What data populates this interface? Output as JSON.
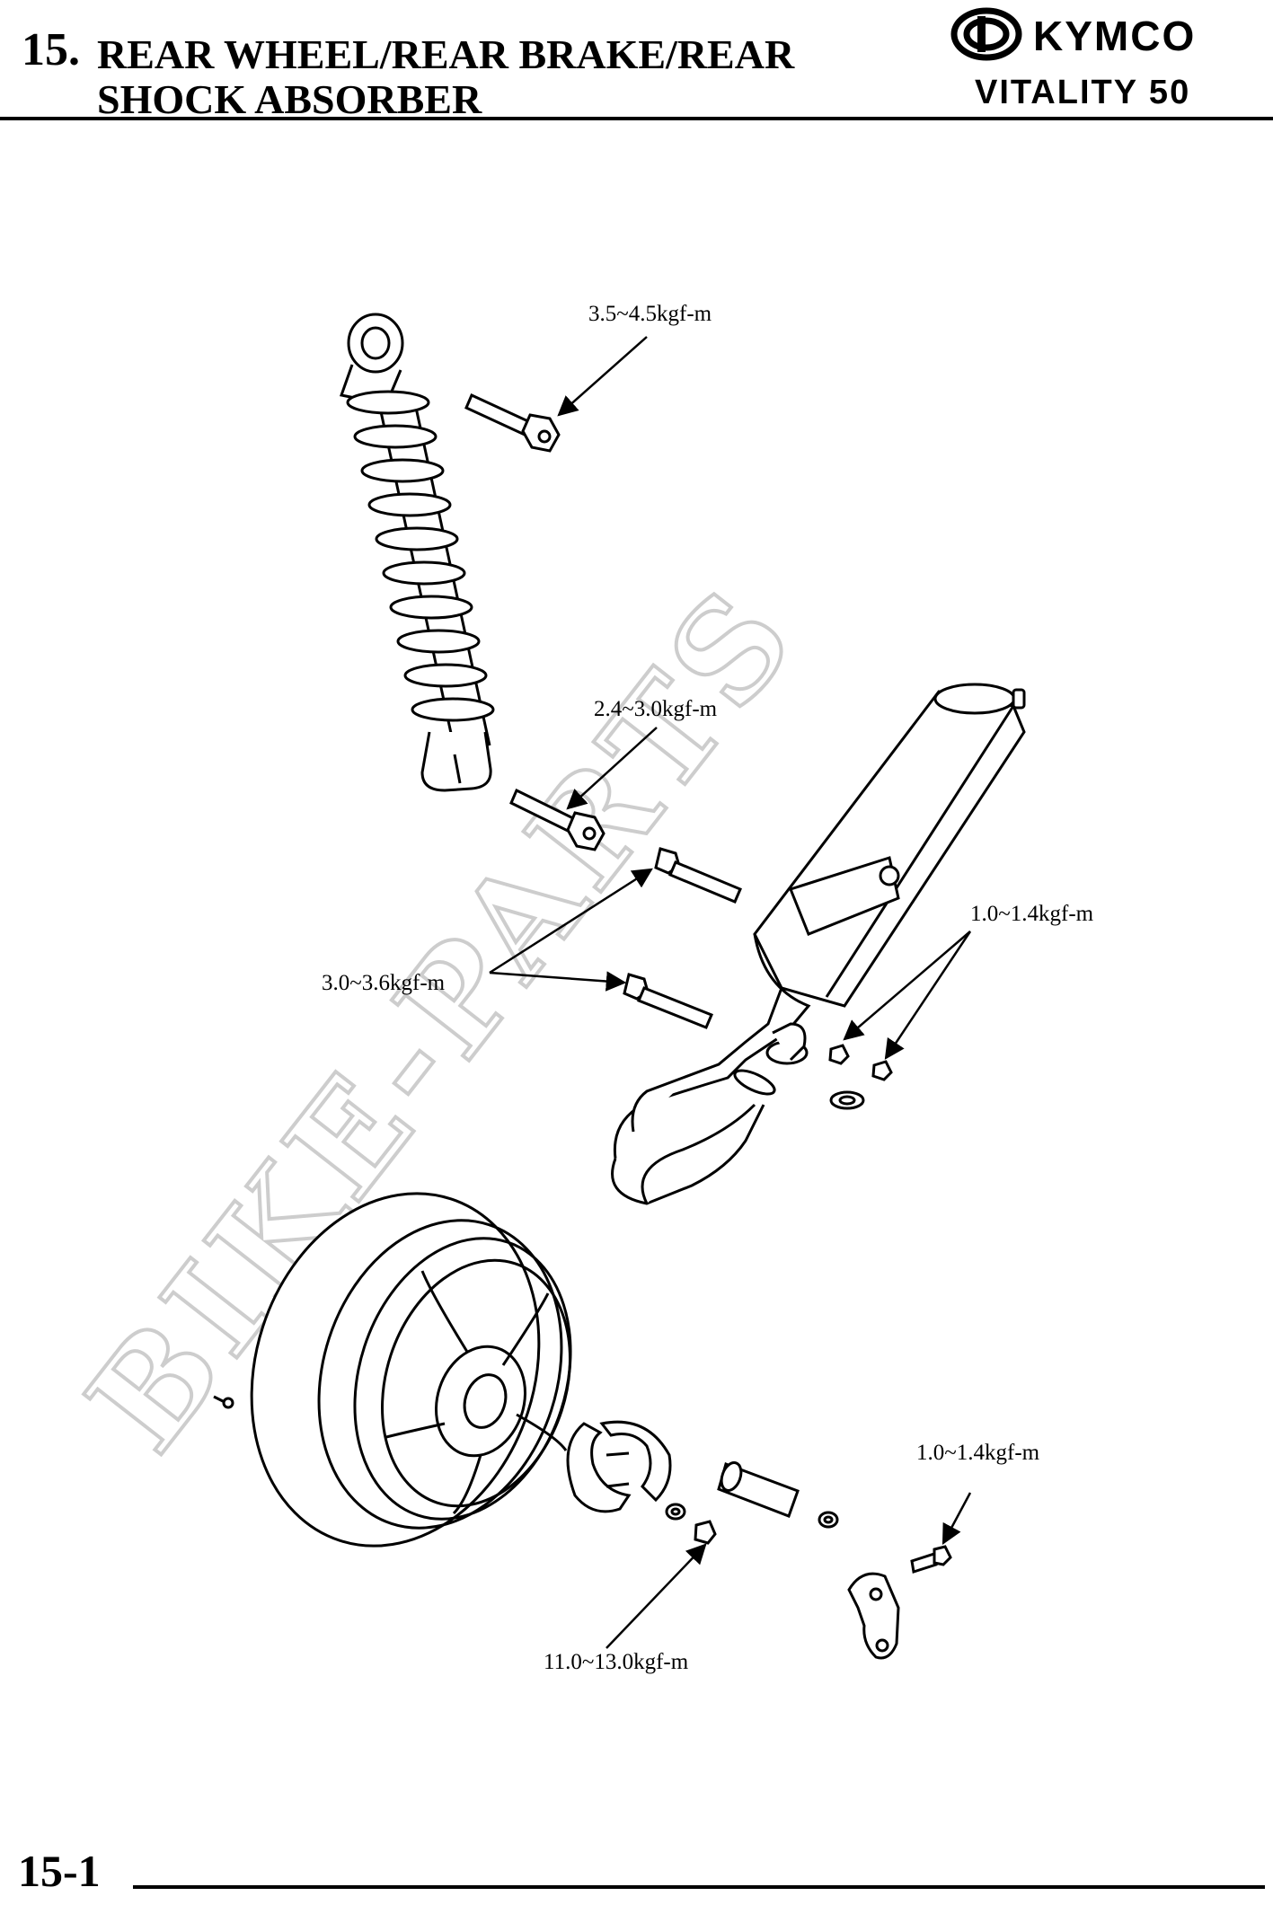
{
  "header": {
    "chapter_number": "15.",
    "title_line_1": "REAR WHEEL/REAR BRAKE/REAR",
    "title_line_2": "SHOCK ABSORBER",
    "brand": "KYMCO",
    "model": "VITALITY 50"
  },
  "diagram": {
    "torque_labels": [
      {
        "id": "shock-upper-bolt",
        "text": "3.5~4.5kgf-m"
      },
      {
        "id": "shock-lower-bolt",
        "text": "2.4~3.0kgf-m"
      },
      {
        "id": "muffler-mount-bolts",
        "text": "3.0~3.6kgf-m"
      },
      {
        "id": "exhaust-nuts",
        "text": "1.0~1.4kgf-m"
      },
      {
        "id": "brake-arm-bolt",
        "text": "1.0~1.4kgf-m"
      },
      {
        "id": "axle-nut",
        "text": "11.0~13.0kgf-m"
      }
    ],
    "watermark": "BIKE-PARTS"
  },
  "footer": {
    "page_number": "15-1"
  }
}
